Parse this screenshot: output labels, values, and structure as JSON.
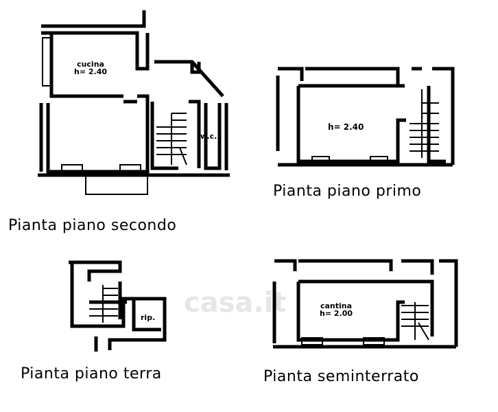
{
  "watermark": "casa.it",
  "plans": [
    {
      "title": "Pianta piano secondo",
      "rooms": [
        {
          "name": "cucina",
          "height": "h= 2.40"
        },
        {
          "name": "w.c."
        }
      ]
    },
    {
      "title": "Pianta piano primo",
      "rooms": [
        {
          "height": "h= 2.40"
        }
      ]
    },
    {
      "title": "Pianta piano terra",
      "rooms": [
        {
          "name": "rip."
        }
      ]
    },
    {
      "title": "Pianta seminterrato",
      "rooms": [
        {
          "name": "cantina",
          "height": "h= 2.00"
        }
      ]
    }
  ]
}
